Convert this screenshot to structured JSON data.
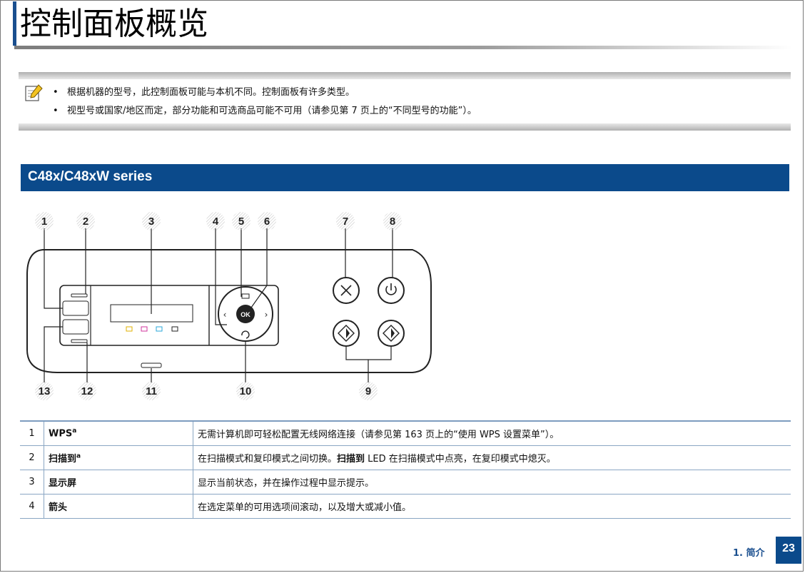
{
  "page": {
    "title": "控制面板概览"
  },
  "notes": [
    "根据机器的型号，此控制面板可能与本机不同。控制面板有许多类型。",
    "视型号或国家/地区而定，部分功能和可选商品可能不可用（请参见第 7 页上的“不同型号的功能”）。"
  ],
  "bullet_symbol": "•",
  "section": {
    "title": "C48x/C48xW series"
  },
  "diagram": {
    "callouts": [
      "1",
      "2",
      "3",
      "4",
      "5",
      "6",
      "7",
      "8",
      "9",
      "10",
      "11",
      "12",
      "13"
    ],
    "ok_label": "OK"
  },
  "table": {
    "rows": [
      {
        "num": "1",
        "name": "WPS",
        "sup": "a",
        "desc": "无需计算机即可轻松配置无线网络连接（请参见第 163 页上的“使用 WPS 设置菜单”）。"
      },
      {
        "num": "2",
        "name": "扫描到",
        "sup": "a",
        "desc_pre": "在扫描模式和复印模式之间切换。",
        "desc_bold": "扫描到",
        "desc_post": " LED 在扫描模式中点亮，在复印模式中熄灭。"
      },
      {
        "num": "3",
        "name": "显示屏",
        "desc": "显示当前状态，并在操作过程中显示提示。"
      },
      {
        "num": "4",
        "name": "箭头",
        "desc": "在选定菜单的可用选项间滚动，以及增大或减小值。"
      }
    ]
  },
  "footer": {
    "chapter": "1. 简介",
    "page_number": "23"
  }
}
